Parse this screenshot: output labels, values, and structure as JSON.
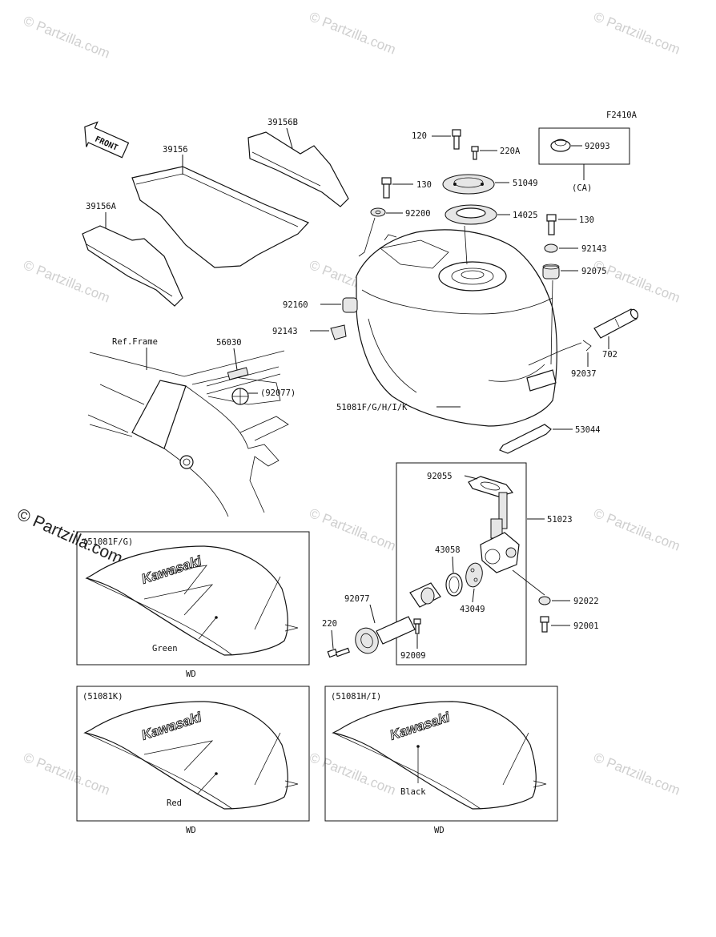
{
  "figure_code": "F2410A",
  "watermark": "© Partzilla.com",
  "front_label": "FRONT",
  "ref_frame_label": "Ref.Frame",
  "variant_note": "(CA)",
  "parts": {
    "p39156": "39156",
    "p39156B": "39156B",
    "p39156A": "39156A",
    "p120": "120",
    "p220A": "220A",
    "p92093": "92093",
    "p130a": "130",
    "p51049": "51049",
    "p92200": "92200",
    "p14025": "14025",
    "p130b": "130",
    "p92143a": "92143",
    "p92075": "92075",
    "p92160": "92160",
    "p92143b": "92143",
    "p702": "702",
    "p56030": "56030",
    "p92077a": "(92077)",
    "p92037": "92037",
    "p51081": "51081F/G/H/I/K",
    "p53044": "53044",
    "p92055": "92055",
    "p51023": "51023",
    "p43058": "43058",
    "p92077b": "92077",
    "p43049": "43049",
    "p92022": "92022",
    "p220": "220",
    "p92001": "92001",
    "p92009": "92009"
  },
  "panels": [
    {
      "title": "(51081F/G)",
      "color": "Green",
      "code": "WD",
      "brand": "Kawasaki"
    },
    {
      "title": "(51081K)",
      "color": "Red",
      "code": "WD",
      "brand": "Kawasaki"
    },
    {
      "title": "(51081H/I)",
      "color": "Black",
      "code": "WD",
      "brand": "Kawasaki"
    }
  ]
}
